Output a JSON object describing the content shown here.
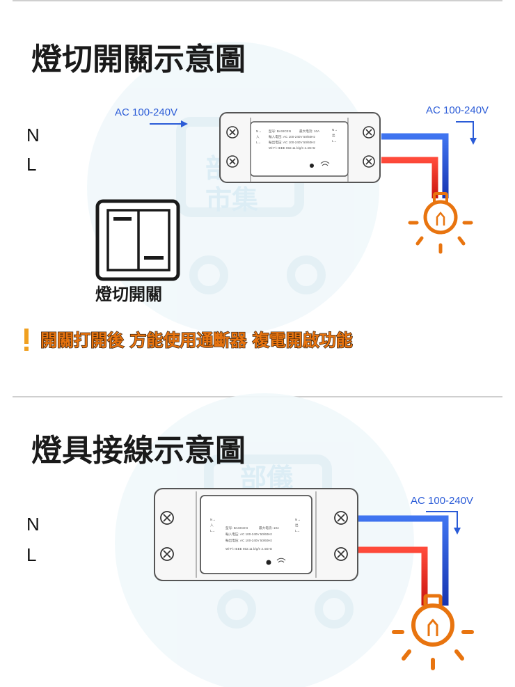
{
  "section1": {
    "title": "燈切開關示意圖",
    "input_label": "AC 100-240V",
    "output_label": "AC 100-240V",
    "n_label": "N",
    "l_label": "L",
    "switch_label": "燈切開關"
  },
  "notice": {
    "icon": "!",
    "text": "開關打開後 方能使用通斷器 複電開啟功能"
  },
  "section2": {
    "title": "燈具接線示意圖",
    "output_label": "AC 100-240V",
    "n_label": "N",
    "l_label": "L"
  },
  "device": {
    "model": "型号: BASICEN",
    "max_current": "最大电流: 10A",
    "input": "輸入电压: AC 100-240V 50/60Hz",
    "output": "輸出电压: AC 100-240V 50/60Hz",
    "wifi": "Wi-Fi: IEEE 802.11 b/g/n 2.4GHz",
    "side_marks": [
      "N→",
      "L→",
      "入"
    ],
    "out_marks": [
      "N→",
      "出",
      "L→"
    ]
  },
  "watermark": {
    "line1": "部儀",
    "line2": "市集"
  },
  "colors": {
    "live_wire": "#e8251f",
    "neutral_wire": "#2453d6",
    "accent": "#e8740f",
    "label_blue": "#2a5bd7"
  }
}
